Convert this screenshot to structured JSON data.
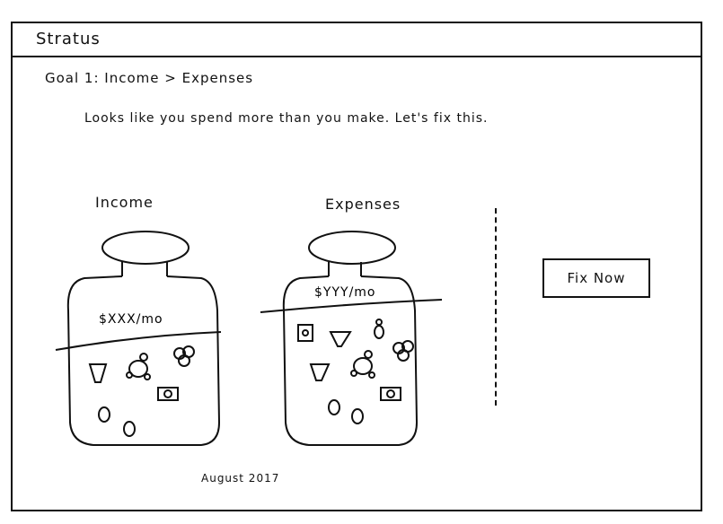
{
  "app": {
    "title": "Stratus"
  },
  "goal": {
    "title": "Goal 1: Income > Expenses",
    "description": "Looks like you spend more than you make. Let's fix this."
  },
  "income": {
    "label": "Income",
    "amount": "$XXX/mo"
  },
  "expenses": {
    "label": "Expenses",
    "amount": "$YYY/mo"
  },
  "actions": {
    "fix_now_label": "Fix Now"
  },
  "footer": {
    "date": "August 2017"
  }
}
